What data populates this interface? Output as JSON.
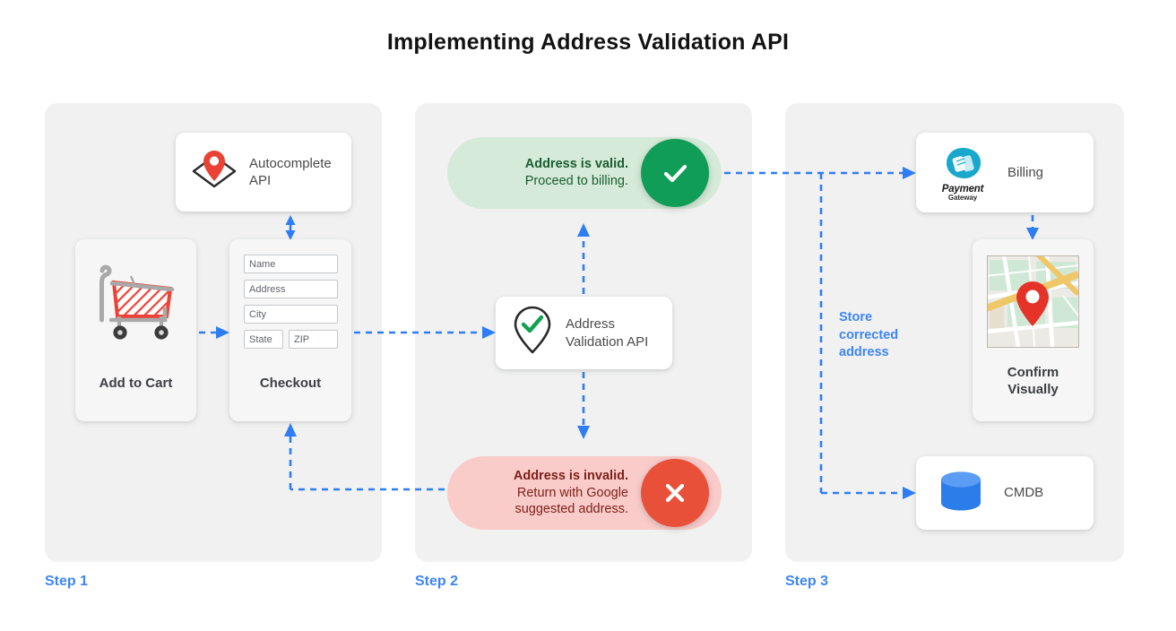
{
  "page": {
    "title": "Implementing Address Validation API",
    "accent_blue": "#3d85f5",
    "panel_bg": "#f1f1f1"
  },
  "steps": [
    {
      "label": "Step 1"
    },
    {
      "label": "Step 2"
    },
    {
      "label": "Step 3"
    }
  ],
  "step1": {
    "autocomplete_card": {
      "label_line1": "Autocomplete",
      "label_line2": "API",
      "icon": "map-pin-diamond-icon"
    },
    "cart_card": {
      "caption": "Add to Cart",
      "icon": "shopping-cart-icon"
    },
    "checkout_card": {
      "caption": "Checkout",
      "fields": [
        {
          "name": "name-field",
          "placeholder": "Name"
        },
        {
          "name": "address-field",
          "placeholder": "Address"
        },
        {
          "name": "city-field",
          "placeholder": "City"
        },
        {
          "name": "state-field",
          "placeholder": "State"
        },
        {
          "name": "zip-field",
          "placeholder": "ZIP"
        }
      ]
    }
  },
  "step2": {
    "valid_pill": {
      "line1": "Address is valid.",
      "line2": "Proceed to billing.",
      "badge_icon": "check-icon",
      "bg": "#d5ead8",
      "badge_color": "#0f9d58"
    },
    "validation_card": {
      "label_line1": "Address",
      "label_line2": "Validation API",
      "icon": "map-pin-check-icon"
    },
    "invalid_pill": {
      "line1": "Address is invalid.",
      "line2": "Return with Google",
      "line3": "suggested address.",
      "badge_icon": "close-icon",
      "bg": "#f9ccca",
      "badge_color": "#e8503a"
    }
  },
  "step3": {
    "billing_card": {
      "label": "Billing",
      "logo_name": "Payment",
      "logo_sub": "Gateway",
      "icon": "payment-gateway-icon"
    },
    "map_card": {
      "caption_line1": "Confirm",
      "caption_line2": "Visually",
      "icon": "map-thumbnail-icon"
    },
    "cmdb_card": {
      "label": "CMDB",
      "icon": "database-icon"
    },
    "store_note_line1": "Store",
    "store_note_line2": "corrected",
    "store_note_line3": "address"
  }
}
